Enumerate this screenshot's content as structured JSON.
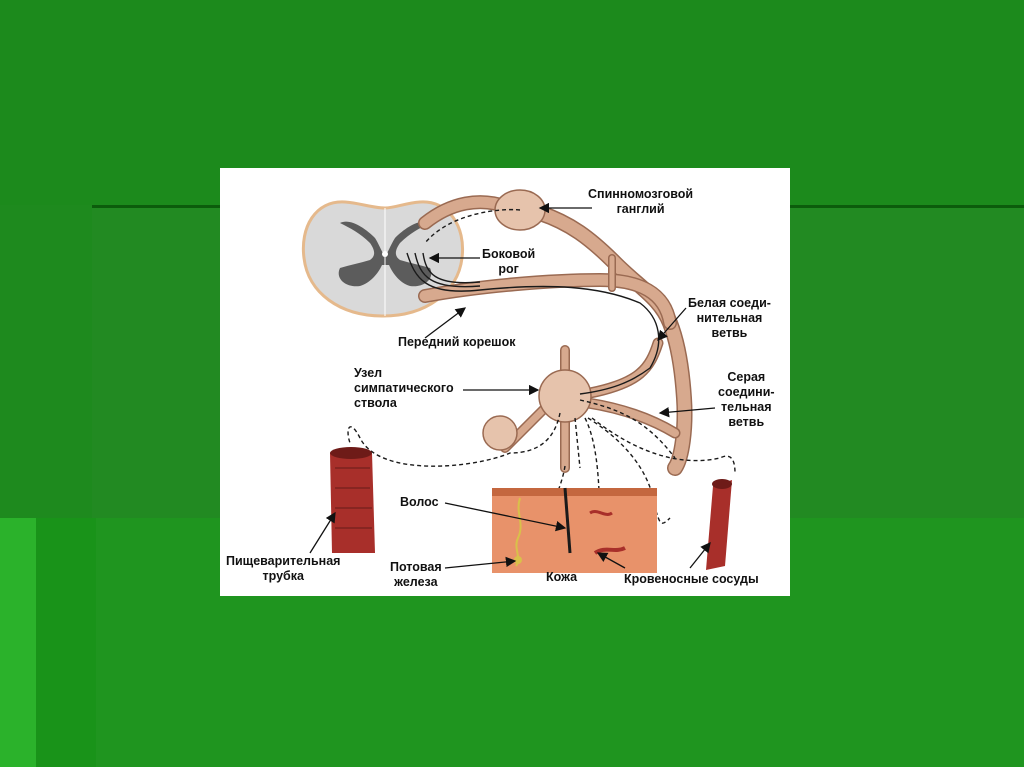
{
  "labels": {
    "spinal_ganglion": "Спинномозговой\nганглий",
    "lateral_horn": "Боковой\nрог",
    "white_ramus": "Белая соеди-\nнительная\nветвь",
    "anterior_root": "Передний корешок",
    "sympathetic_node": "Узел\nсимпатического\nствола",
    "gray_ramus": "Серая\nсоедини-\nтельная\nветвь",
    "hair": "Волос",
    "digestive_tube": "Пищеварительная\nтрубка",
    "sweat_gland": "Потовая\nжелеза",
    "skin": "Кожа",
    "blood_vessels": "Кровеносные сосуды"
  },
  "colors": {
    "nerve": "#d7a98e",
    "nerve_edge": "#9a6a52",
    "gray_matter": "#5c5c5c",
    "white_matter": "#d9d9d9",
    "skin": "#e8926a",
    "vessel": "#a82f2a"
  }
}
